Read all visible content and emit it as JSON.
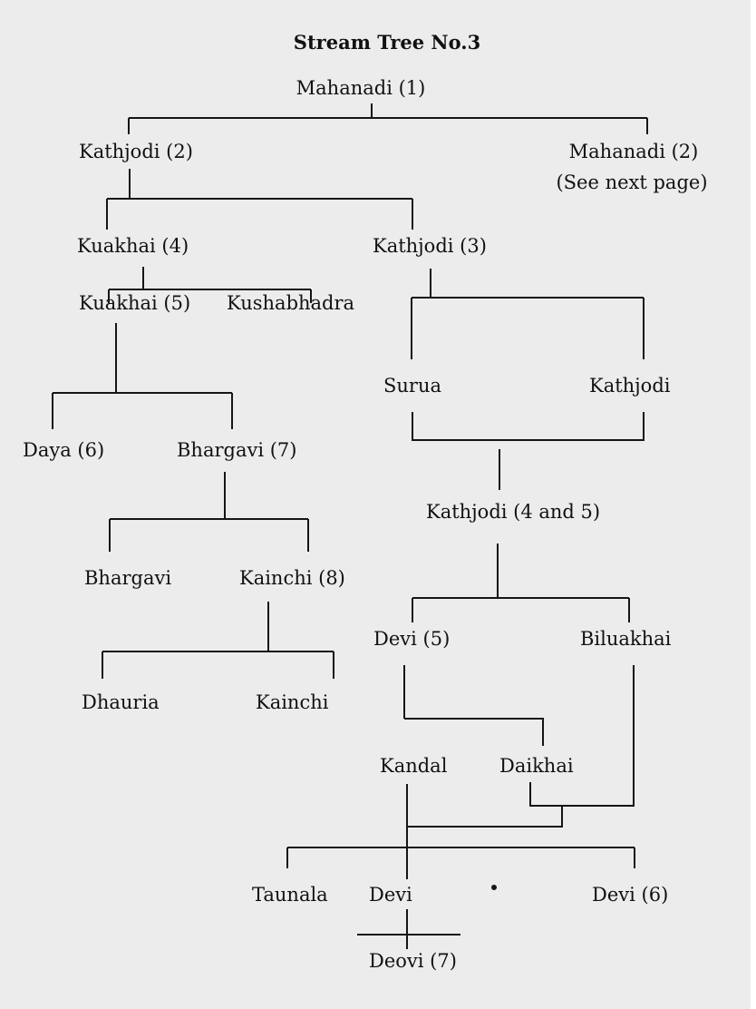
{
  "title": "Stream Tree No.3",
  "nodes": {
    "mahanadi_1": "Mahanadi (1)",
    "kathjodi_2": "Kathjodi (2)",
    "mahanadi_2": "Mahanadi (2)",
    "see_next_page": "(See next page)",
    "kuakhai_4": "Kuakhai (4)",
    "kathjodi_3": "Kathjodi (3)",
    "kuakhai_5": "Kuakhai (5)",
    "kushabhadra": "Kushabhadra",
    "surua": "Surua",
    "kathjodi_branch": "Kathjodi",
    "daya_6": "Daya (6)",
    "bhargavi_7": "Bhargavi (7)",
    "kathjodi_4_5": "Kathjodi (4 and 5)",
    "bhargavi": "Bhargavi",
    "kainchi_8": "Kainchi (8)",
    "devi_5": "Devi (5)",
    "biluakhai": "Biluakhai",
    "dhauria": "Dhauria",
    "kainchi": "Kainchi",
    "kandal": "Kandal",
    "daikhai": "Daikhai",
    "taunala": "Taunala",
    "devi": "Devi",
    "devi_6": "Devi (6)",
    "deovi_7": "Deovi (7)"
  }
}
